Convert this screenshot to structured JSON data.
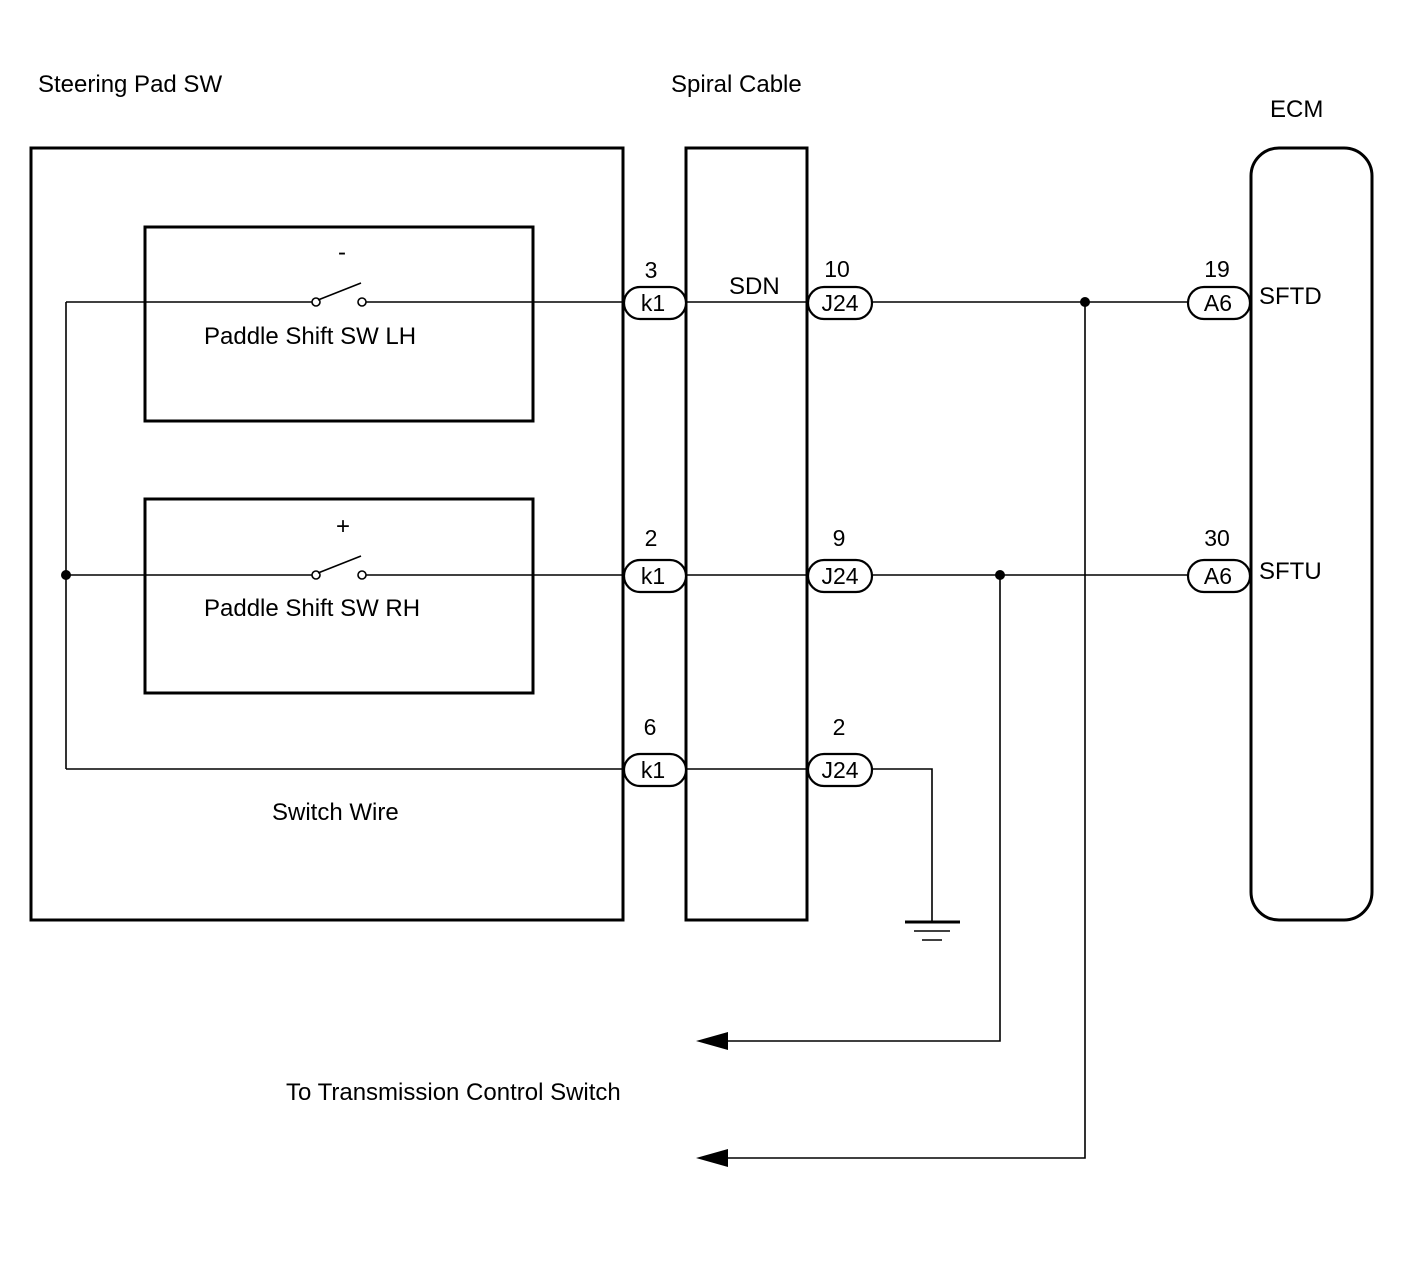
{
  "components": {
    "steering_pad_sw": "Steering Pad SW",
    "spiral_cable": "Spiral Cable",
    "ecm": "ECM",
    "paddle_lh": "Paddle Shift SW LH",
    "paddle_rh": "Paddle Shift SW RH",
    "paddle_lh_sign": "-",
    "paddle_rh_sign": "+",
    "switch_wire": "Switch Wire",
    "sdn": "SDN",
    "to_tcs": "To Transmission Control Switch"
  },
  "connectors": {
    "k1_top": {
      "code": "k1",
      "pin": "3"
    },
    "k1_mid": {
      "code": "k1",
      "pin": "2"
    },
    "k1_bot": {
      "code": "k1",
      "pin": "6"
    },
    "j24_top": {
      "code": "J24",
      "pin": "10"
    },
    "j24_mid": {
      "code": "J24",
      "pin": "9"
    },
    "j24_bot": {
      "code": "J24",
      "pin": "2"
    },
    "a6_top": {
      "code": "A6",
      "pin": "19"
    },
    "a6_mid": {
      "code": "A6",
      "pin": "30"
    }
  },
  "ecm_terminals": {
    "sftd": "SFTD",
    "sftu": "SFTU"
  }
}
